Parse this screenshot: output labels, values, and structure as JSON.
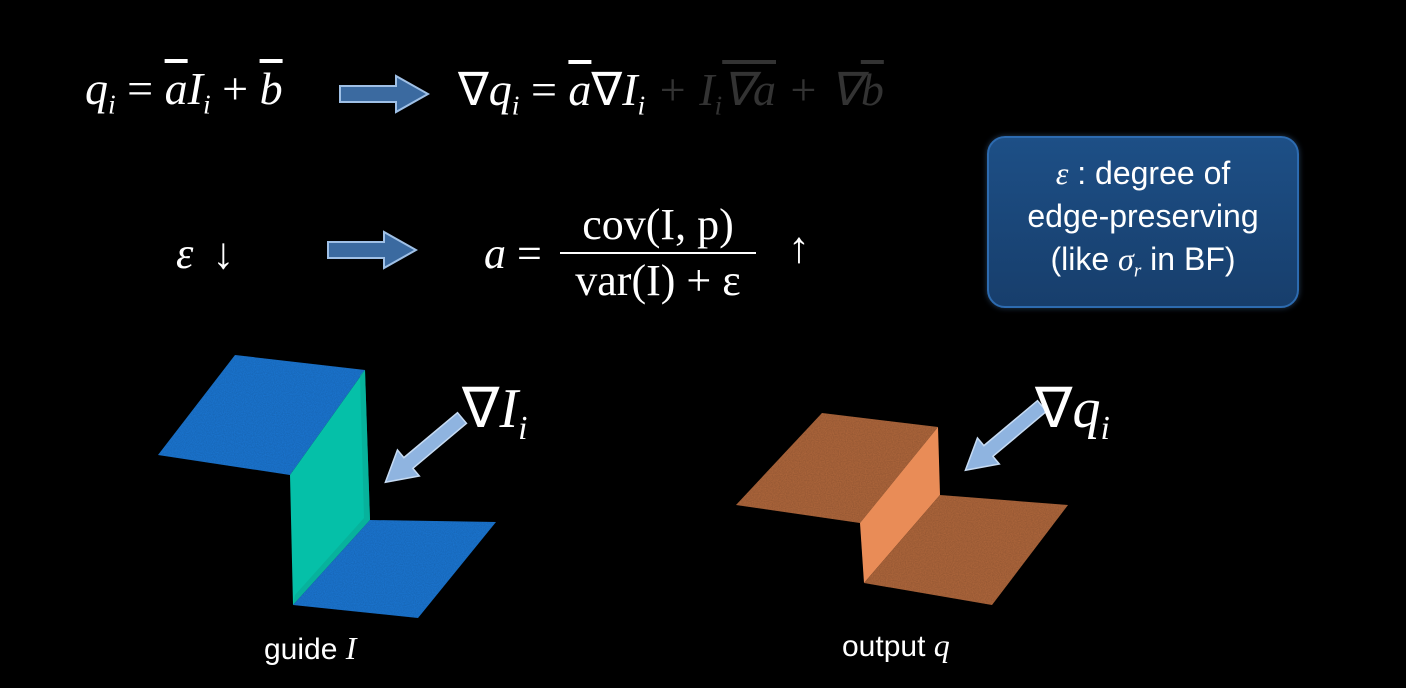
{
  "eq1": {
    "lhs_q": "q",
    "lhs_sub": "i",
    "eq": "=",
    "a": "a",
    "I": "I",
    "I_sub": "i",
    "plus": "+",
    "b": "b"
  },
  "eq2": {
    "nabla": "∇",
    "q": "q",
    "q_sub": "i",
    "eq": "=",
    "a": "a",
    "I": "I",
    "I_sub": "i",
    "faded_term": "+ I",
    "faded_sub": "i",
    "faded_nabla_a": "∇a",
    "faded_plus": "+ ∇",
    "faded_b": "b"
  },
  "eq3": {
    "epsilon": "ε",
    "down": "↓",
    "a": "a",
    "eq": "=",
    "numerator": "cov(I, p)",
    "denominator": "var(I) + ε",
    "up": "↑"
  },
  "info_box": {
    "line1_symbol": "ε",
    "line1_text": " : degree of",
    "line2": "edge-preserving",
    "line3_pre": "(like ",
    "line3_sigma": "σ",
    "line3_sub": "r",
    "line3_post": " in BF)"
  },
  "labels": {
    "grad_I_nabla": "∇",
    "grad_I": "I",
    "grad_I_sub": "i",
    "grad_q_nabla": "∇",
    "grad_q": "q",
    "grad_q_sub": "i",
    "guide_text": "guide ",
    "guide_var": "I",
    "output_text": "output ",
    "output_var": "q"
  },
  "colors": {
    "arrow_fill": "#3b6aa0",
    "arrow_stroke": "#9fc0e6",
    "guide_top": "#1b78d6",
    "guide_step": "#05c0a8",
    "output_top": "#b3693d",
    "output_step": "#e98c57",
    "pointer_arrow": "#8fb4e0"
  }
}
